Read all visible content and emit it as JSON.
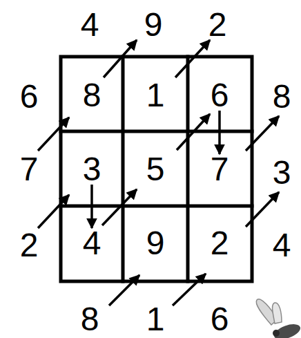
{
  "diagram": {
    "nodes": [
      {
        "text": [
          "8"
        ]
      },
      {
        "text": [
          "1"
        ]
      },
      {
        "text": [
          "6"
        ]
      },
      {
        "text": [
          "3"
        ]
      },
      {
        "text": [
          "5"
        ]
      },
      {
        "text": [
          "7"
        ]
      },
      {
        "text": [
          "4"
        ]
      },
      {
        "text": [
          "9"
        ]
      },
      {
        "text": [
          "2"
        ]
      }
    ],
    "edges": [
      {
        "from": 2,
        "to": 5,
        "arrow": "to"
      },
      {
        "from": 3,
        "to": 6,
        "arrow": "to"
      }
    ],
    "labels": [
      "4",
      "9",
      "2",
      "6",
      "8",
      "7",
      "3",
      "2",
      "4",
      "8",
      "1",
      "6"
    ]
  }
}
